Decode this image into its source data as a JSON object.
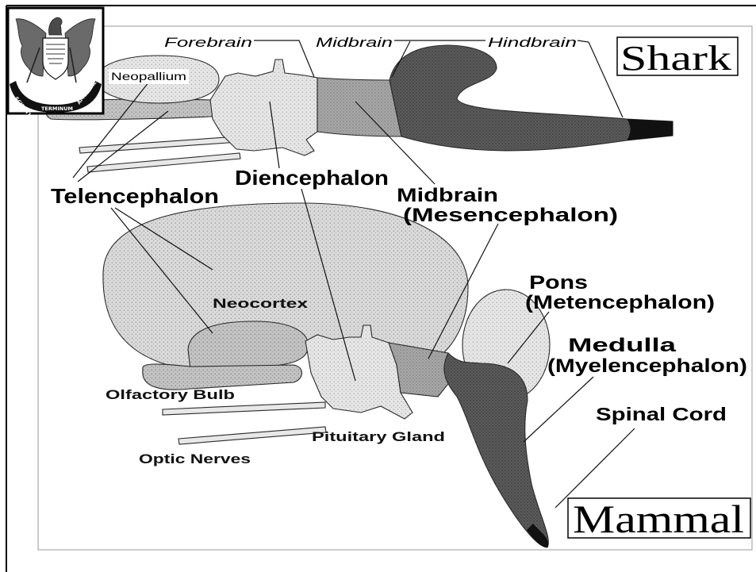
{
  "logo": {
    "motto": [
      "SCIENTIA",
      "TERMINUM",
      "AMOVERE"
    ]
  },
  "shark": {
    "title": "Shark",
    "divisions": {
      "forebrain": "Forebrain",
      "midbrain": "Midbrain",
      "hindbrain": "Hindbrain"
    },
    "neopallium": "Neopallium"
  },
  "labels": {
    "telencephalon": "Telencephalon",
    "diencephalon": "Diencephalon",
    "midbrain": "Midbrain",
    "mesencephalon": "(Mesencephalon)",
    "pons": "Pons",
    "metencephalon": "(Metencephalon)",
    "medulla": "Medulla",
    "myelencephalon": "(Myelencephalon)",
    "spinal_cord": "Spinal Cord"
  },
  "mammal": {
    "title": "Mammal",
    "neocortex": "Neocortex",
    "olfactory_bulb": "Olfactory Bulb",
    "pituitary_gland": "Pituitary Gland",
    "optic_nerves": "Optic Nerves"
  }
}
